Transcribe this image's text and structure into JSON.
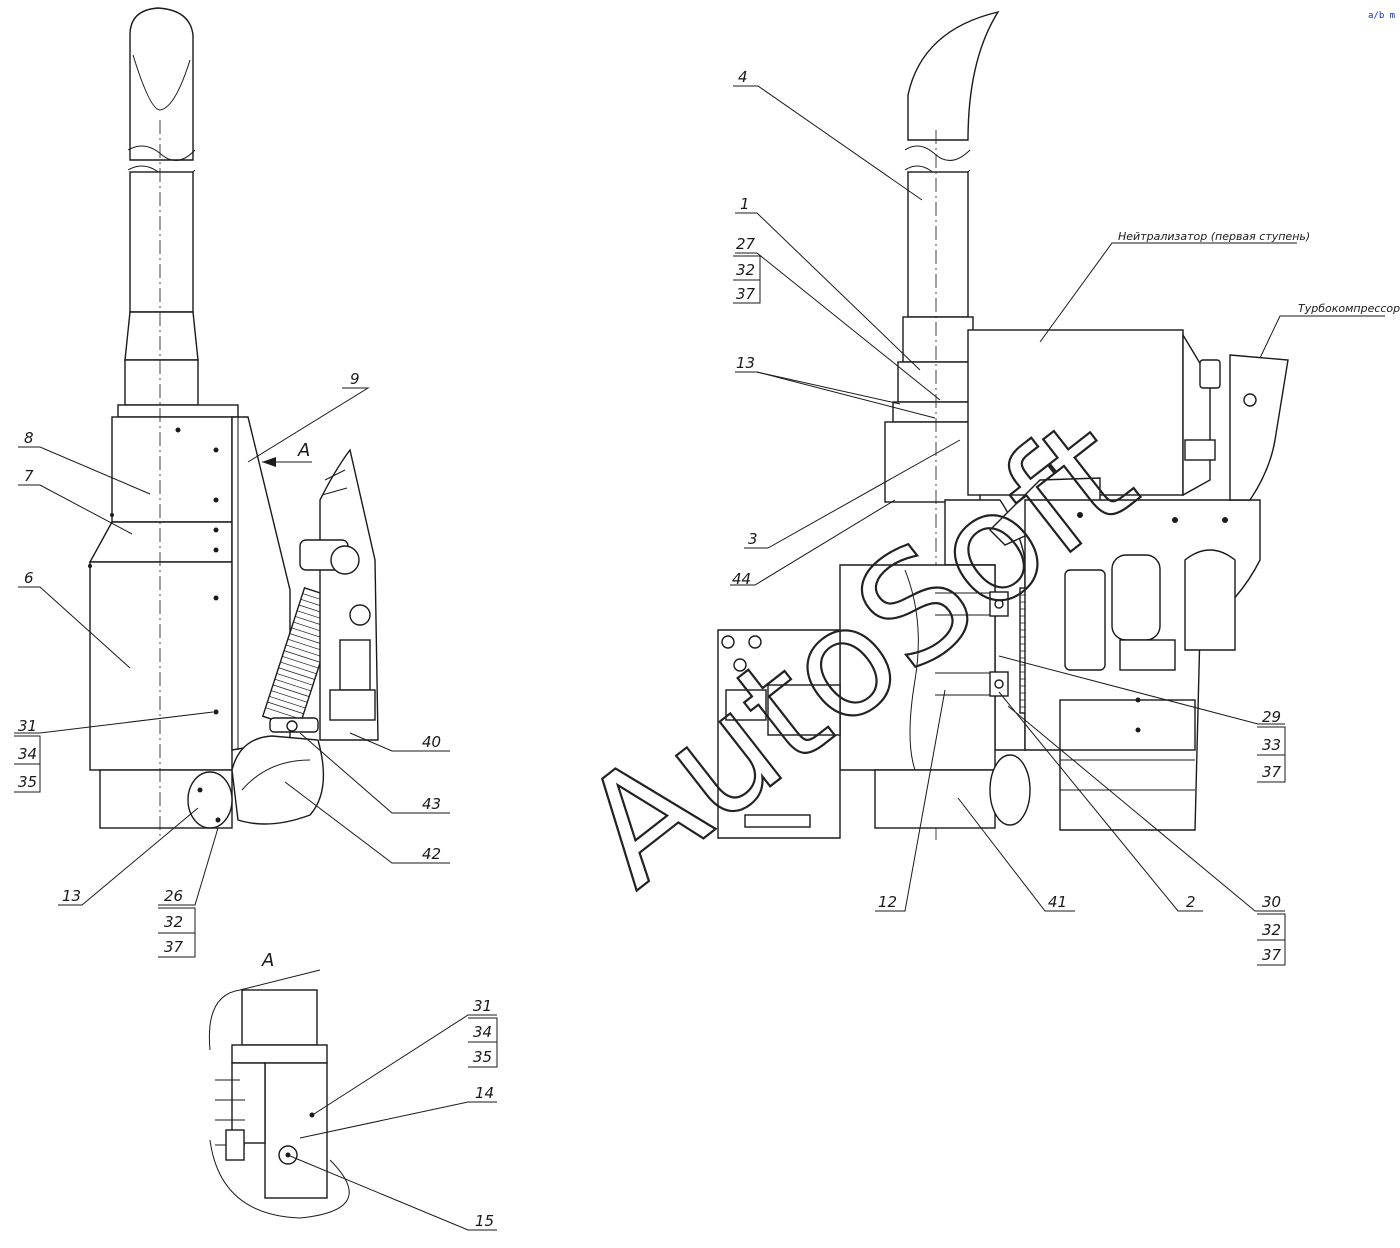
{
  "watermark": "AutoSoft",
  "corner_mark": "a/b m",
  "view_label": "A",
  "view_arrow_label": "A",
  "annotations": {
    "neutralizer": "Нейтрализатор (первая ступень)",
    "turbocharger": "Турбокомпрессор"
  },
  "callouts": {
    "left": [
      {
        "id": "c-9",
        "label": "9"
      },
      {
        "id": "c-8",
        "label": "8"
      },
      {
        "id": "c-7",
        "label": "7"
      },
      {
        "id": "c-6",
        "label": "6"
      },
      {
        "id": "c-31-34-35",
        "stack": [
          "31",
          "34",
          "35"
        ]
      },
      {
        "id": "c-40",
        "label": "40"
      },
      {
        "id": "c-43",
        "label": "43"
      },
      {
        "id": "c-42",
        "label": "42"
      },
      {
        "id": "c-13",
        "label": "13"
      },
      {
        "id": "c-26-32-37",
        "stack": [
          "26",
          "32",
          "37"
        ]
      }
    ],
    "right": [
      {
        "id": "c-4",
        "label": "4"
      },
      {
        "id": "c-1",
        "label": "1"
      },
      {
        "id": "c-27-32-37",
        "stack": [
          "27",
          "32",
          "37"
        ]
      },
      {
        "id": "c-13r",
        "label": "13"
      },
      {
        "id": "c-3",
        "label": "3"
      },
      {
        "id": "c-44",
        "label": "44"
      },
      {
        "id": "c-29-33-37",
        "stack": [
          "29",
          "33",
          "37"
        ]
      },
      {
        "id": "c-12",
        "label": "12"
      },
      {
        "id": "c-41",
        "label": "41"
      },
      {
        "id": "c-2",
        "label": "2"
      },
      {
        "id": "c-30-32-37",
        "stack": [
          "30",
          "32",
          "37"
        ]
      }
    ],
    "view_a": [
      {
        "id": "c-31-34-35b",
        "stack": [
          "31",
          "34",
          "35"
        ]
      },
      {
        "id": "c-14",
        "label": "14"
      },
      {
        "id": "c-15",
        "label": "15"
      }
    ]
  }
}
